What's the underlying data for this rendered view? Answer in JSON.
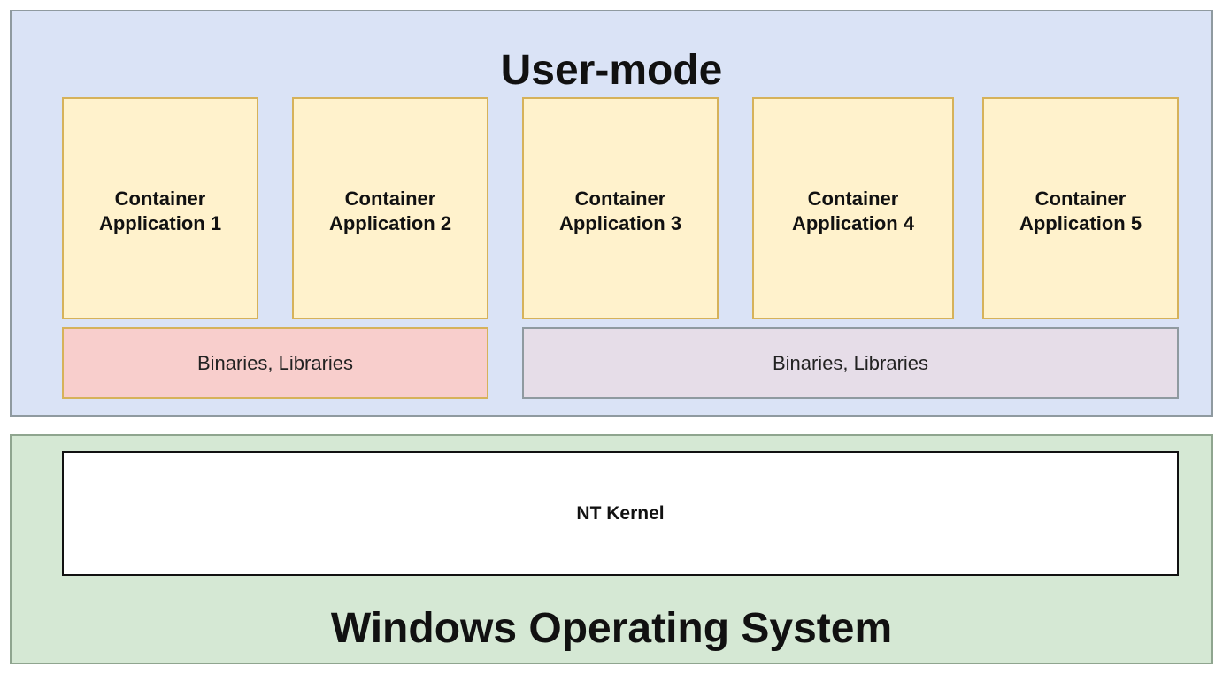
{
  "user_mode": {
    "title": "User-mode",
    "applications": [
      {
        "label": "Container\nApplication 1"
      },
      {
        "label": "Container\nApplication 2"
      },
      {
        "label": "Container\nApplication 3"
      },
      {
        "label": "Container\nApplication 4"
      },
      {
        "label": "Container\nApplication 5"
      }
    ],
    "libraries": [
      {
        "label": "Binaries, Libraries"
      },
      {
        "label": "Binaries, Libraries"
      }
    ]
  },
  "kernel": {
    "label": "NT Kernel"
  },
  "os": {
    "title": "Windows Operating System"
  },
  "colors": {
    "user_mode_bg": "#dae3f6",
    "os_bg": "#d5e8d4",
    "app_bg": "#fff2cc",
    "lib_1_bg": "#f8cecc",
    "lib_2_bg": "#e6dde8",
    "kernel_bg": "#ffffff"
  }
}
